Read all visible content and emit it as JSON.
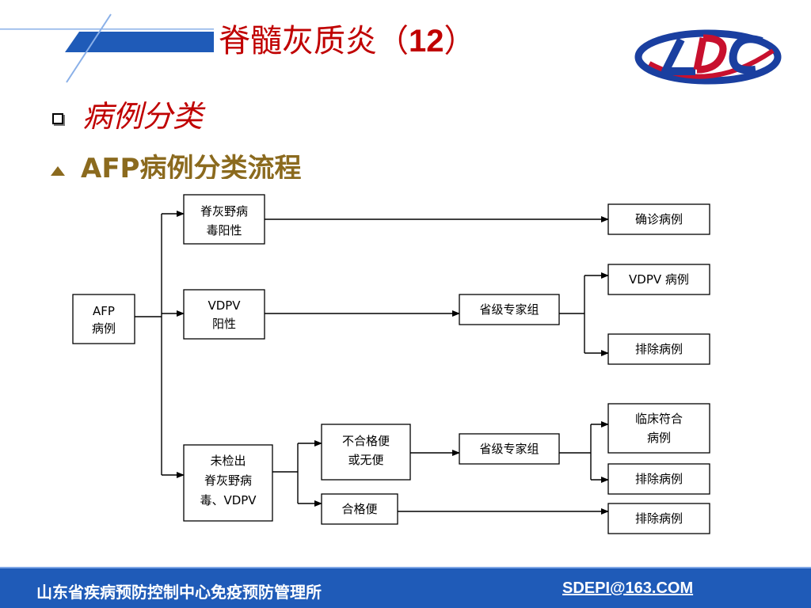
{
  "slide": {
    "title_main": "脊髓灰质炎",
    "title_open": "（",
    "title_number": "12",
    "title_close": "）",
    "heading": "病例分类",
    "subheading": "AFP病例分类流程"
  },
  "flowchart": {
    "nodes": [
      {
        "id": "afp",
        "lines": [
          "AFP",
          "病例"
        ]
      },
      {
        "id": "wild",
        "lines": [
          "脊灰野病",
          "毒阳性"
        ]
      },
      {
        "id": "vdpv_pos",
        "lines": [
          "VDPV",
          "阳性"
        ]
      },
      {
        "id": "not_detected",
        "lines": [
          "未检出",
          "脊灰野病",
          "毒、VDPV"
        ]
      },
      {
        "id": "expert1",
        "lines": [
          "省级专家组"
        ]
      },
      {
        "id": "unqualified",
        "lines": [
          "不合格便",
          "或无便"
        ]
      },
      {
        "id": "qualified",
        "lines": [
          "合格便"
        ]
      },
      {
        "id": "expert2",
        "lines": [
          "省级专家组"
        ]
      },
      {
        "id": "confirmed",
        "lines": [
          "确诊病例"
        ]
      },
      {
        "id": "vdpv_case",
        "lines": [
          "VDPV 病例"
        ]
      },
      {
        "id": "excluded1",
        "lines": [
          "排除病例"
        ]
      },
      {
        "id": "clinical",
        "lines": [
          "临床符合",
          "病例"
        ]
      },
      {
        "id": "excluded2",
        "lines": [
          "排除病例"
        ]
      },
      {
        "id": "excluded3",
        "lines": [
          "排除病例"
        ]
      }
    ],
    "edges": [
      [
        "afp",
        "wild"
      ],
      [
        "afp",
        "vdpv_pos"
      ],
      [
        "afp",
        "not_detected"
      ],
      [
        "wild",
        "confirmed"
      ],
      [
        "vdpv_pos",
        "expert1"
      ],
      [
        "expert1",
        "vdpv_case"
      ],
      [
        "expert1",
        "excluded1"
      ],
      [
        "not_detected",
        "unqualified"
      ],
      [
        "not_detected",
        "qualified"
      ],
      [
        "unqualified",
        "expert2"
      ],
      [
        "expert2",
        "clinical"
      ],
      [
        "expert2",
        "excluded2"
      ],
      [
        "qualified",
        "excluded3"
      ]
    ]
  },
  "footer": {
    "org": "山东省疾病预防控制中心免疫预防管理所",
    "email": "SDEPI@163.COM"
  },
  "colors": {
    "title": "#c00000",
    "subheading": "#8b6a1e",
    "footer_bg": "#1f5bb8",
    "logo_blue": "#1a3fa0",
    "logo_red": "#c8102e"
  }
}
